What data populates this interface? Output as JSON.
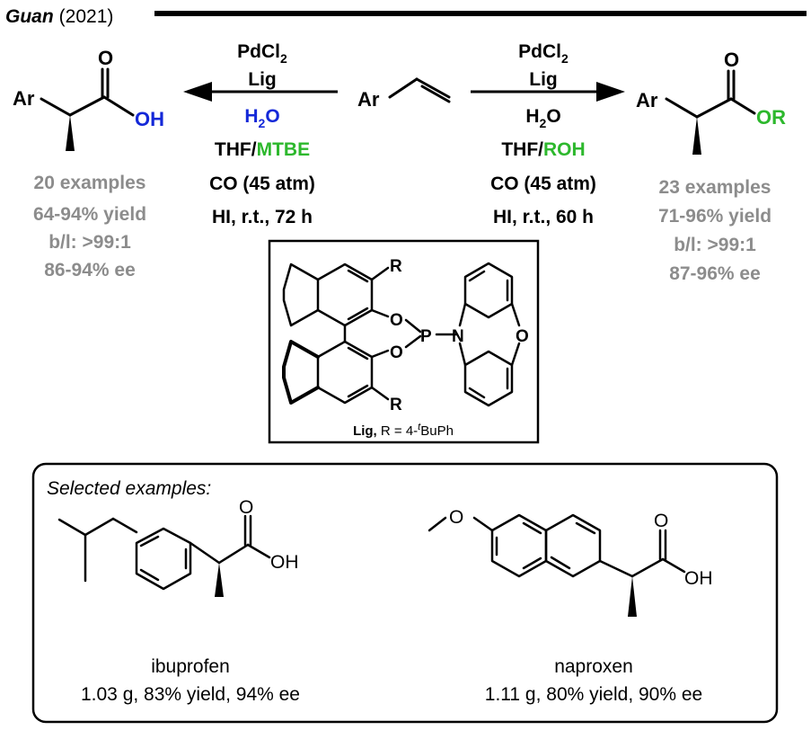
{
  "header": {
    "author": "Guan",
    "year": "(2021)"
  },
  "colors": {
    "blue": "#1428d8",
    "green": "#2db82d",
    "gray": "#8c8c8c",
    "black": "#000000"
  },
  "left_product": {
    "ar": "Ar",
    "o": "O",
    "oh": "OH"
  },
  "right_product": {
    "ar": "Ar",
    "o": "O",
    "or": "OR"
  },
  "substrate": {
    "ar": "Ar"
  },
  "left_conditions": {
    "pd": "PdCl",
    "pd_sub": "2",
    "lig": "Lig",
    "h2o_h": "H",
    "h2o_sub": "2",
    "h2o_o": "O",
    "solv_a": "THF/",
    "solv_b": "MTBE",
    "co": "CO (45 atm)",
    "time": "HI, r.t., 72 h"
  },
  "right_conditions": {
    "pd": "PdCl",
    "pd_sub": "2",
    "lig": "Lig",
    "h2o_h": "H",
    "h2o_sub": "2",
    "h2o_o": "O",
    "solv_a": "THF/",
    "solv_b": "ROH",
    "co": "CO (45 atm)",
    "time": "HI, r.t., 60 h"
  },
  "left_stats": [
    "20 examples",
    "64-94% yield",
    "b/l: >99:1",
    "86-94% ee"
  ],
  "right_stats": [
    "23 examples",
    "71-96% yield",
    "b/l: >99:1",
    "87-96% ee"
  ],
  "ligand": {
    "r_top": "R",
    "r_bottom": "R",
    "o1": "O",
    "o2": "O",
    "p": "P",
    "n": "N",
    "o3": "O",
    "caption_bold": "Lig,",
    "caption_rest": " R = 4-",
    "caption_t": "t",
    "caption_end": "BuPh"
  },
  "examples": {
    "title": "Selected examples:",
    "ibu_o": "O",
    "ibu_oh": "OH",
    "nap_o": "O",
    "nap_oh": "OH",
    "nap_ome_o": "O",
    "ibuprofen_name": "ibuprofen",
    "ibuprofen_detail": "1.03 g, 83% yield, 94% ee",
    "naproxen_name": "naproxen",
    "naproxen_detail": "1.11 g, 80% yield, 90% ee"
  }
}
